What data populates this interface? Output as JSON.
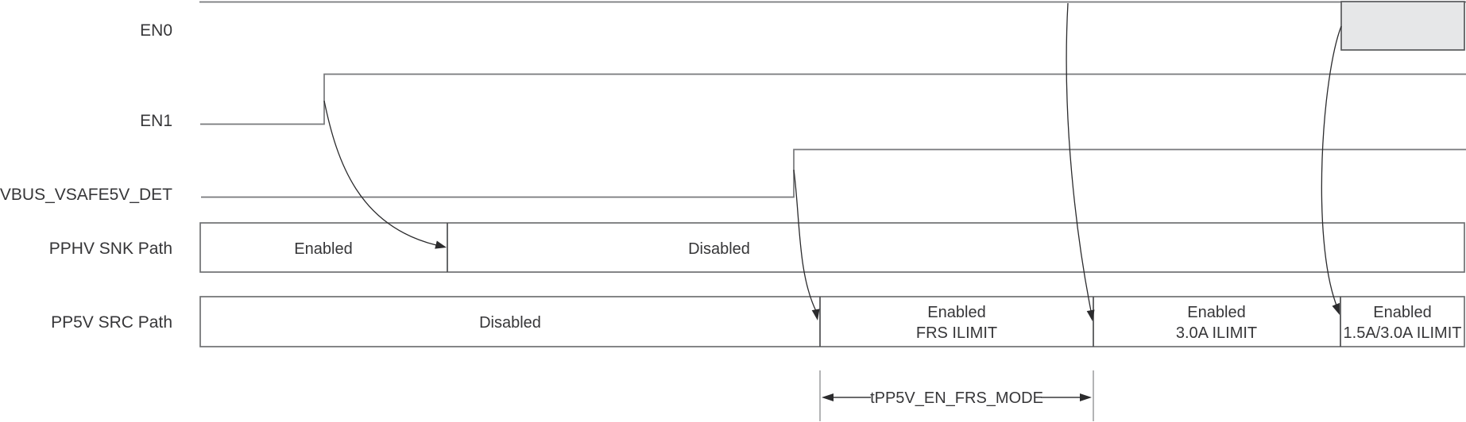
{
  "diagram": {
    "title_hint": "PP5V source fast-role-swap timing diagram",
    "signals": {
      "en0": "EN0",
      "en1": "EN1",
      "vbus": "VBUS_VSAFE5V_DET",
      "pphv": "PPHV SNK Path",
      "pp5v": "PP5V SRC Path"
    },
    "pphv_segments": {
      "enabled": "Enabled",
      "disabled": "Disabled"
    },
    "pp5v_segments": {
      "disabled": "Disabled",
      "frs_line1": "Enabled",
      "frs_line2": "FRS ILIMIT",
      "a30_line1": "Enabled",
      "a30_line2": "3.0A ILIMIT",
      "a15_line1": "Enabled",
      "a15_line2": "1.5A/3.0A ILIMIT"
    },
    "timing": {
      "label": "tPP5V_EN_FRS_MODE"
    },
    "colors": {
      "signal_line": "#77787b",
      "bar_border": "#6f7072",
      "box_fill": "#e6e7e8",
      "box_border": "#58595b",
      "arrow": "#2b2b2d",
      "text": "#363638"
    }
  }
}
